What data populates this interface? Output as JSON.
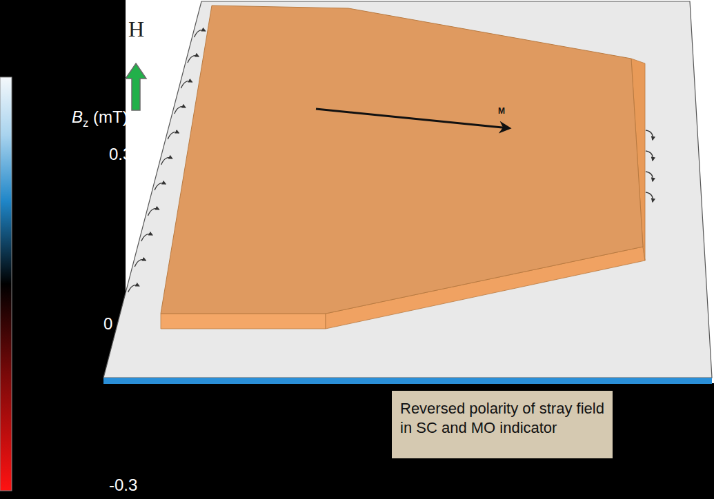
{
  "diagram": {
    "nodes": [
      {
        "text": [
          "Reversed polarity of stray field in SC and MO indicator"
        ]
      }
    ],
    "labels": [
      "H",
      "Bz (mT)",
      "0.3",
      "0",
      "-0.3",
      "M"
    ]
  }
}
